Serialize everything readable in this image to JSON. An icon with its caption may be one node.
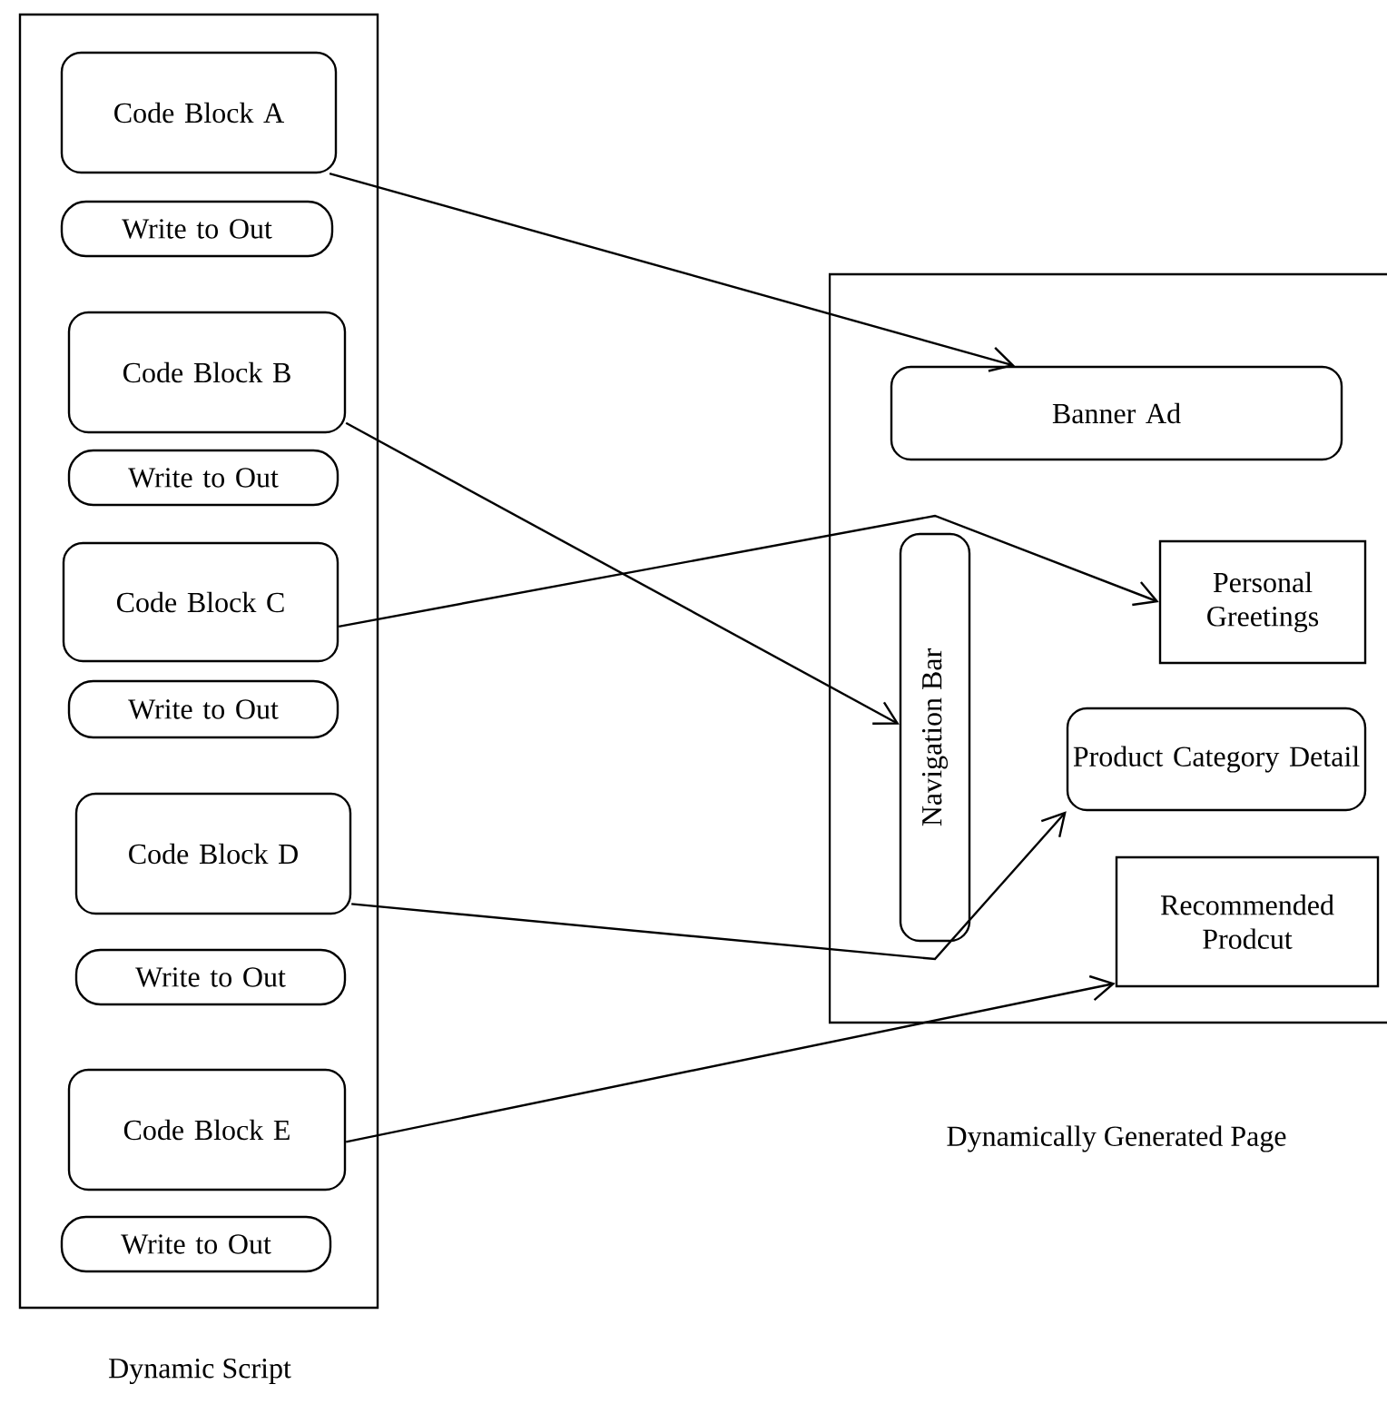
{
  "diagram": {
    "nodes": [
      {
        "text": [
          "Dynamic Script"
        ]
      },
      {
        "text": [
          "Code Block  A"
        ],
        "in": 0
      },
      {
        "text": [
          "Write to Out"
        ],
        "in": 0
      },
      {
        "text": [
          "Code Block  B"
        ],
        "in": 0
      },
      {
        "text": [
          "Write to Out"
        ],
        "in": 0
      },
      {
        "text": [
          "Code Block C"
        ],
        "in": 0
      },
      {
        "text": [
          "Write to Out"
        ],
        "in": 0
      },
      {
        "text": [
          "Code Block D"
        ],
        "in": 0
      },
      {
        "text": [
          "Write to Out"
        ],
        "in": 0
      },
      {
        "text": [
          "Code Block  E"
        ],
        "in": 0
      },
      {
        "text": [
          "Write to Out"
        ],
        "in": 0
      },
      {
        "text": [
          "Dynamically Generated Page"
        ]
      },
      {
        "text": [
          "Banner Ad"
        ],
        "in": 11
      },
      {
        "text": [
          "Navigation Bar"
        ],
        "in": 11
      },
      {
        "text": [
          "Personal Greetings"
        ],
        "in": 11
      },
      {
        "text": [
          "Product Category Detail"
        ],
        "in": 11
      },
      {
        "text": [
          "Recommended Prodcut"
        ],
        "in": 11
      }
    ],
    "edges": [
      {
        "from": 1,
        "to": 12,
        "arrow": "to"
      },
      {
        "from": 3,
        "to": 13,
        "arrow": "to"
      },
      {
        "from": 5,
        "to": 14,
        "arrow": "to"
      },
      {
        "from": 7,
        "to": 15,
        "arrow": "to"
      },
      {
        "from": 9,
        "to": 16,
        "arrow": "to"
      }
    ]
  }
}
